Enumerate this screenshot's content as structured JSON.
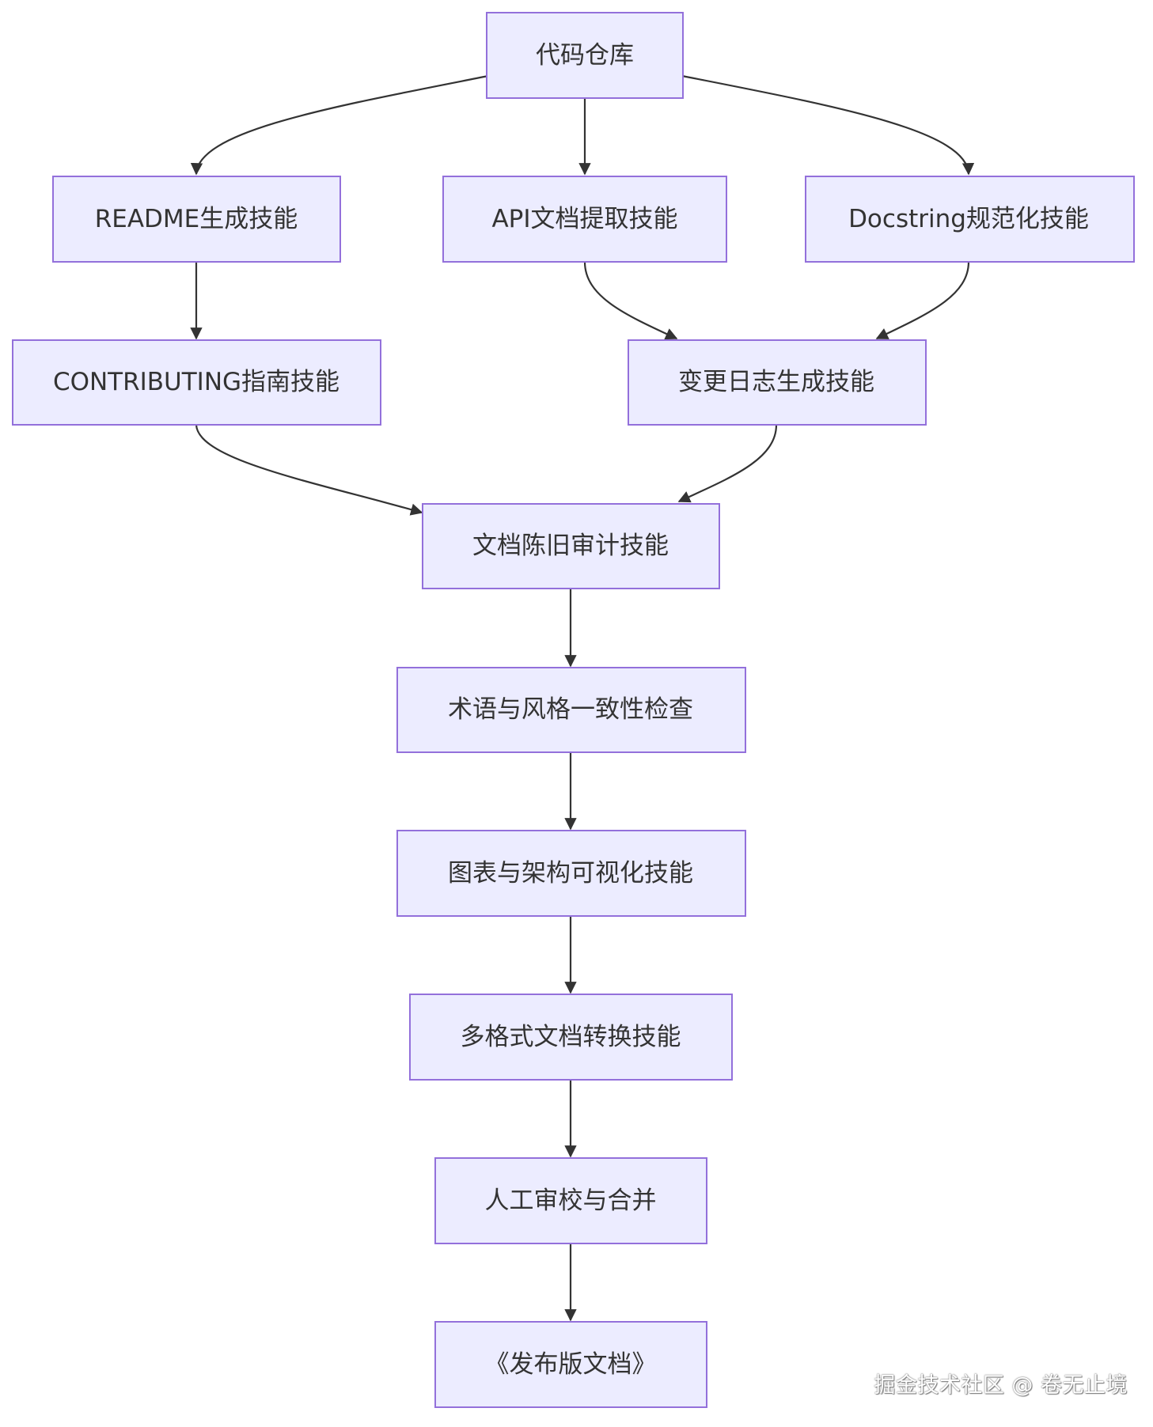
{
  "nodes": {
    "repo": "代码仓库",
    "readme": "README生成技能",
    "api": "API文档提取技能",
    "docstring": "Docstring规范化技能",
    "contributing": "CONTRIBUTING指南技能",
    "changelog": "变更日志生成技能",
    "audit": "文档陈旧审计技能",
    "terminology": "术语与风格一致性检查",
    "visualization": "图表与架构可视化技能",
    "conversion": "多格式文档转换技能",
    "review": "人工审校与合并",
    "release": "《发布版文档》"
  },
  "watermark": "掘金技术社区 @ 卷无止境",
  "colors": {
    "node_fill": "#ececff",
    "node_border": "#9370db",
    "edge": "#333333",
    "text": "#333333"
  }
}
